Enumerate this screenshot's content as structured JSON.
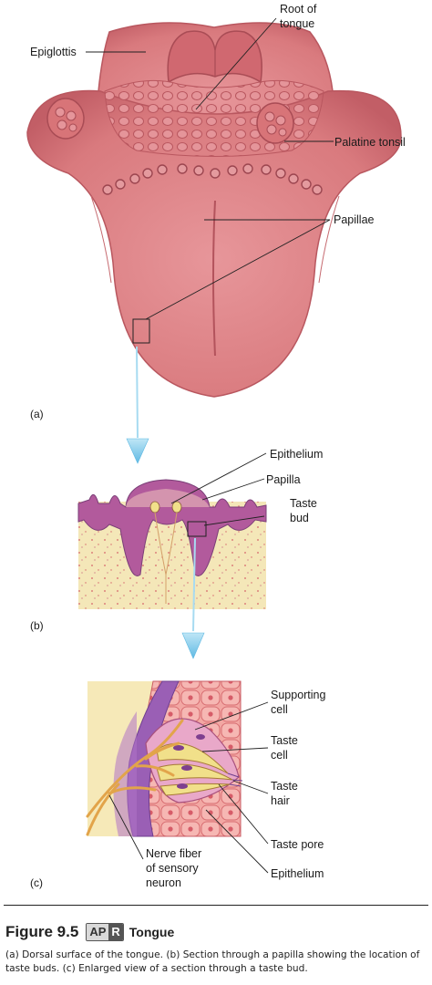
{
  "labels": {
    "epiglottis": "Epiglottis",
    "root_of_tongue": [
      "Root of",
      "tongue"
    ],
    "palatine_tonsil": "Palatine tonsil",
    "papillae": "Papillae",
    "epithelium_b": "Epithelium",
    "papilla": "Papilla",
    "taste_bud": [
      "Taste",
      "bud"
    ],
    "supporting_cell": [
      "Supporting",
      "cell"
    ],
    "taste_cell": [
      "Taste",
      "cell"
    ],
    "taste_hair": [
      "Taste",
      "hair"
    ],
    "taste_pore": "Taste pore",
    "epithelium_c": "Epithelium",
    "nerve_fiber": [
      "Nerve fiber",
      "of sensory",
      "neuron"
    ]
  },
  "panels": {
    "a": "(a)",
    "b": "(b)",
    "c": "(c)"
  },
  "caption": {
    "figure": "Figure 9.5",
    "apr_a": "AP",
    "apr_r": "R",
    "name": "Tongue",
    "text": "(a) Dorsal surface of the tongue. (b) Section through a papilla showing the location of taste buds. (c) Enlarged view of a section through a taste bud."
  },
  "colors": {
    "tongue": "#d97a7e",
    "tongue_dark": "#c25e66",
    "epithelium": "#b25a9c",
    "tissue": "#f4e7b8",
    "arrow": "#7ecbea",
    "taste_cell": "#f1e08a"
  }
}
